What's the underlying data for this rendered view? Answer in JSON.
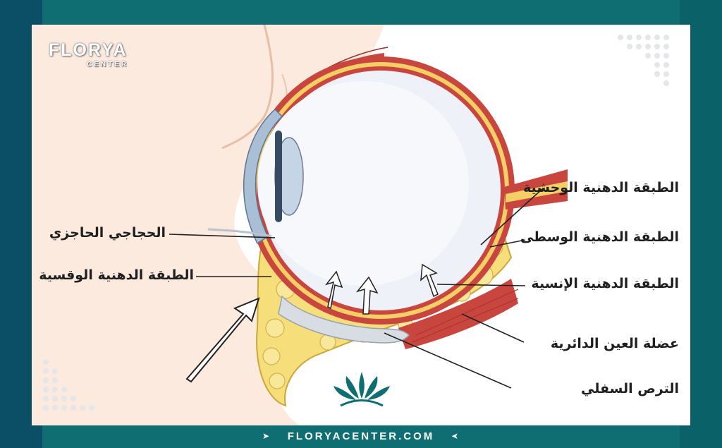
{
  "brand": {
    "name": "FLORYA",
    "sub": "CENTER",
    "footer_url": "FLORYACENTER.COM",
    "colors": {
      "frame_teal": "#0e6e72",
      "frame_dark": "#0b4f66",
      "fat_yellow": "#f6df7a",
      "muscle_red": "#c9463f",
      "sclera": "#eef1f7",
      "skin": "#f8dccb"
    }
  },
  "labels": {
    "lateral_fat": "الطبقة الدهنية الوحشية",
    "central_fat": "الطبقة الدهنية الوسطى",
    "medial_fat": "الطبقة الدهنية الإنسية",
    "orbicularis": "عضلة العين الدائرية",
    "tarsus": "الترص السفلي",
    "septum": "الحجاجي الحاجزي",
    "arcuate_fat": "الطبقة الدهنية الوقسية"
  },
  "icons": {
    "logo": "lotus-logo-icon",
    "footer_arrows": "chevron-icon"
  }
}
